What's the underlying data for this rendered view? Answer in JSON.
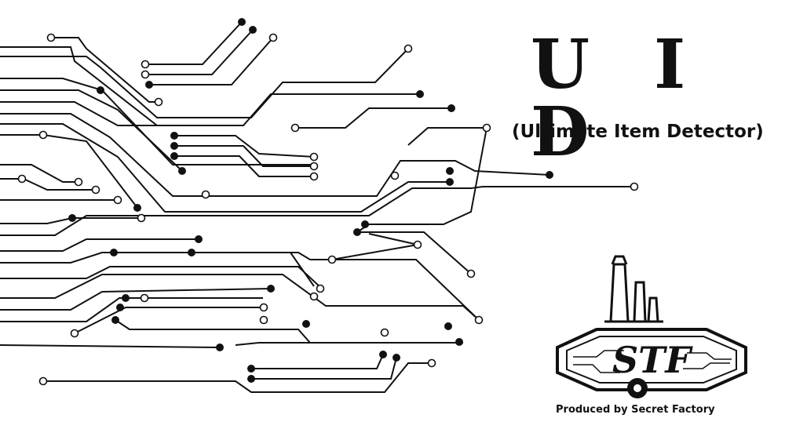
{
  "title": "U I D",
  "subtitle": "(Ultimate Item Detector)",
  "producer": "Produced by Secret Factory",
  "logo": {
    "text": "STF",
    "icon": "secret-factory-logo"
  },
  "colors": {
    "ink": "#111111",
    "background": "#ffffff"
  }
}
